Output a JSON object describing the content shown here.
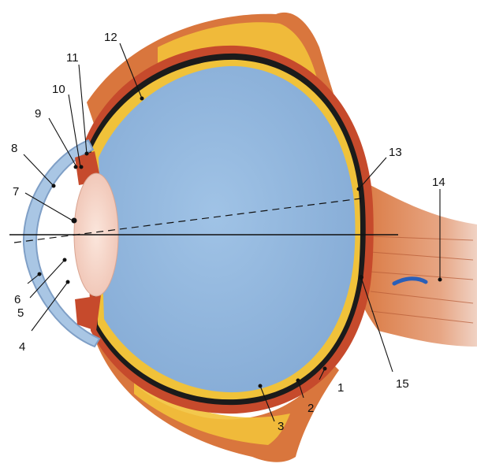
{
  "diagram": {
    "labels": [
      {
        "id": "1",
        "text": "1"
      },
      {
        "id": "2",
        "text": "2"
      },
      {
        "id": "3",
        "text": "3"
      },
      {
        "id": "4",
        "text": "4"
      },
      {
        "id": "5",
        "text": "5"
      },
      {
        "id": "6",
        "text": "6"
      },
      {
        "id": "7",
        "text": "7"
      },
      {
        "id": "8",
        "text": "8"
      },
      {
        "id": "9",
        "text": "9"
      },
      {
        "id": "10",
        "text": "10"
      },
      {
        "id": "11",
        "text": "11"
      },
      {
        "id": "12",
        "text": "12"
      },
      {
        "id": "13",
        "text": "13"
      },
      {
        "id": "14",
        "text": "14"
      },
      {
        "id": "15",
        "text": "15"
      }
    ]
  },
  "colors": {
    "vitreous": "#93b8dd",
    "cornea": "#a9c6e4",
    "lens": "#f7d9cf",
    "choroid": "#c64a2c",
    "sclera_fat": "#f2c23a",
    "muscle": "#d9763d",
    "retina_line": "#1b1b1b"
  }
}
